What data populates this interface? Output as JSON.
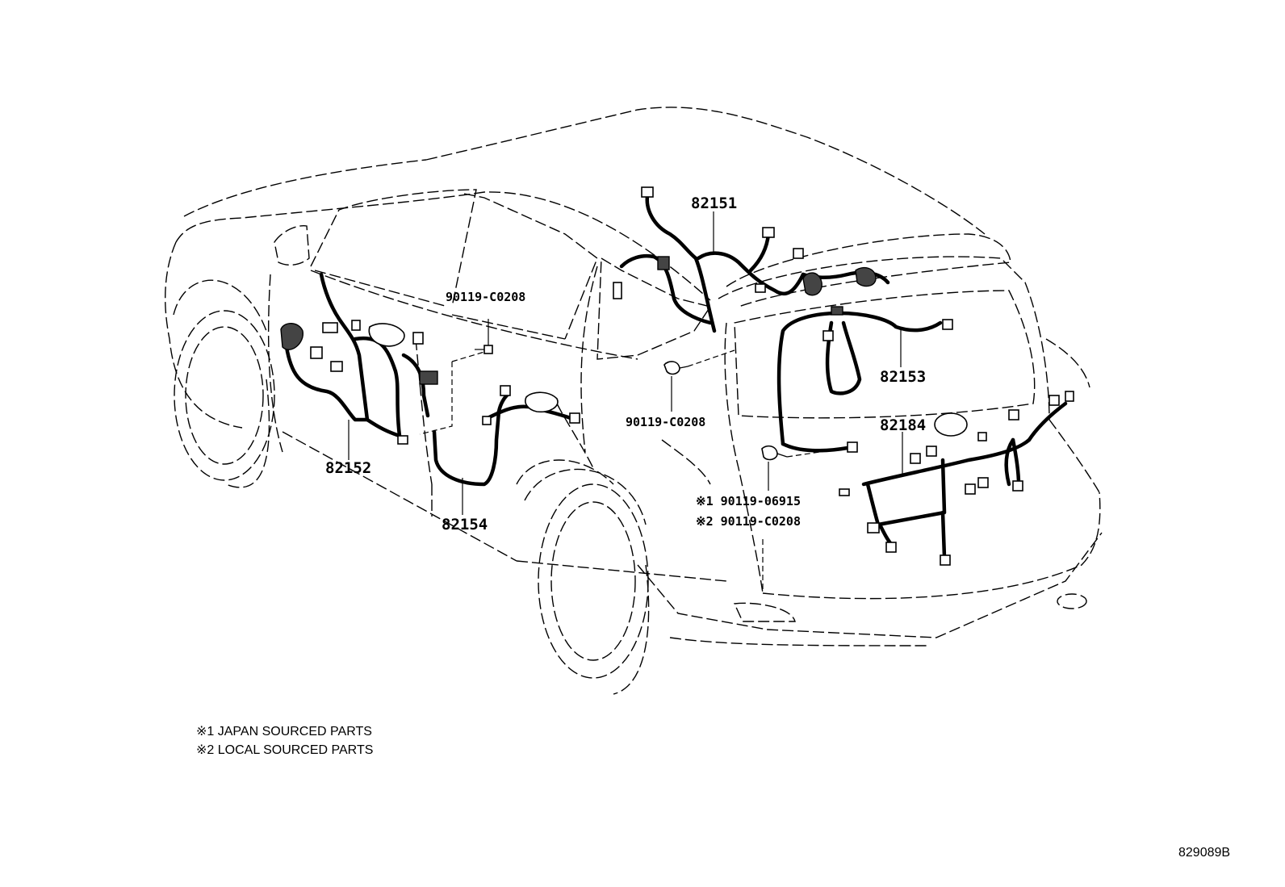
{
  "diagram_id": "829089B",
  "parts": {
    "p82151": "82151",
    "p82152": "82152",
    "p82153": "82153",
    "p82154": "82154",
    "p82184": "82184"
  },
  "bolts": {
    "front_door_bolt": "90119-C0208",
    "rear_pillar_bolt": "90119-C0208",
    "tailgate_bolt_1": "※1  90119-06915",
    "tailgate_bolt_2": "※2  90119-C0208"
  },
  "notes": {
    "note1": "※1 JAPAN SOURCED PARTS",
    "note2": "※2 LOCAL SOURCED PARTS"
  }
}
